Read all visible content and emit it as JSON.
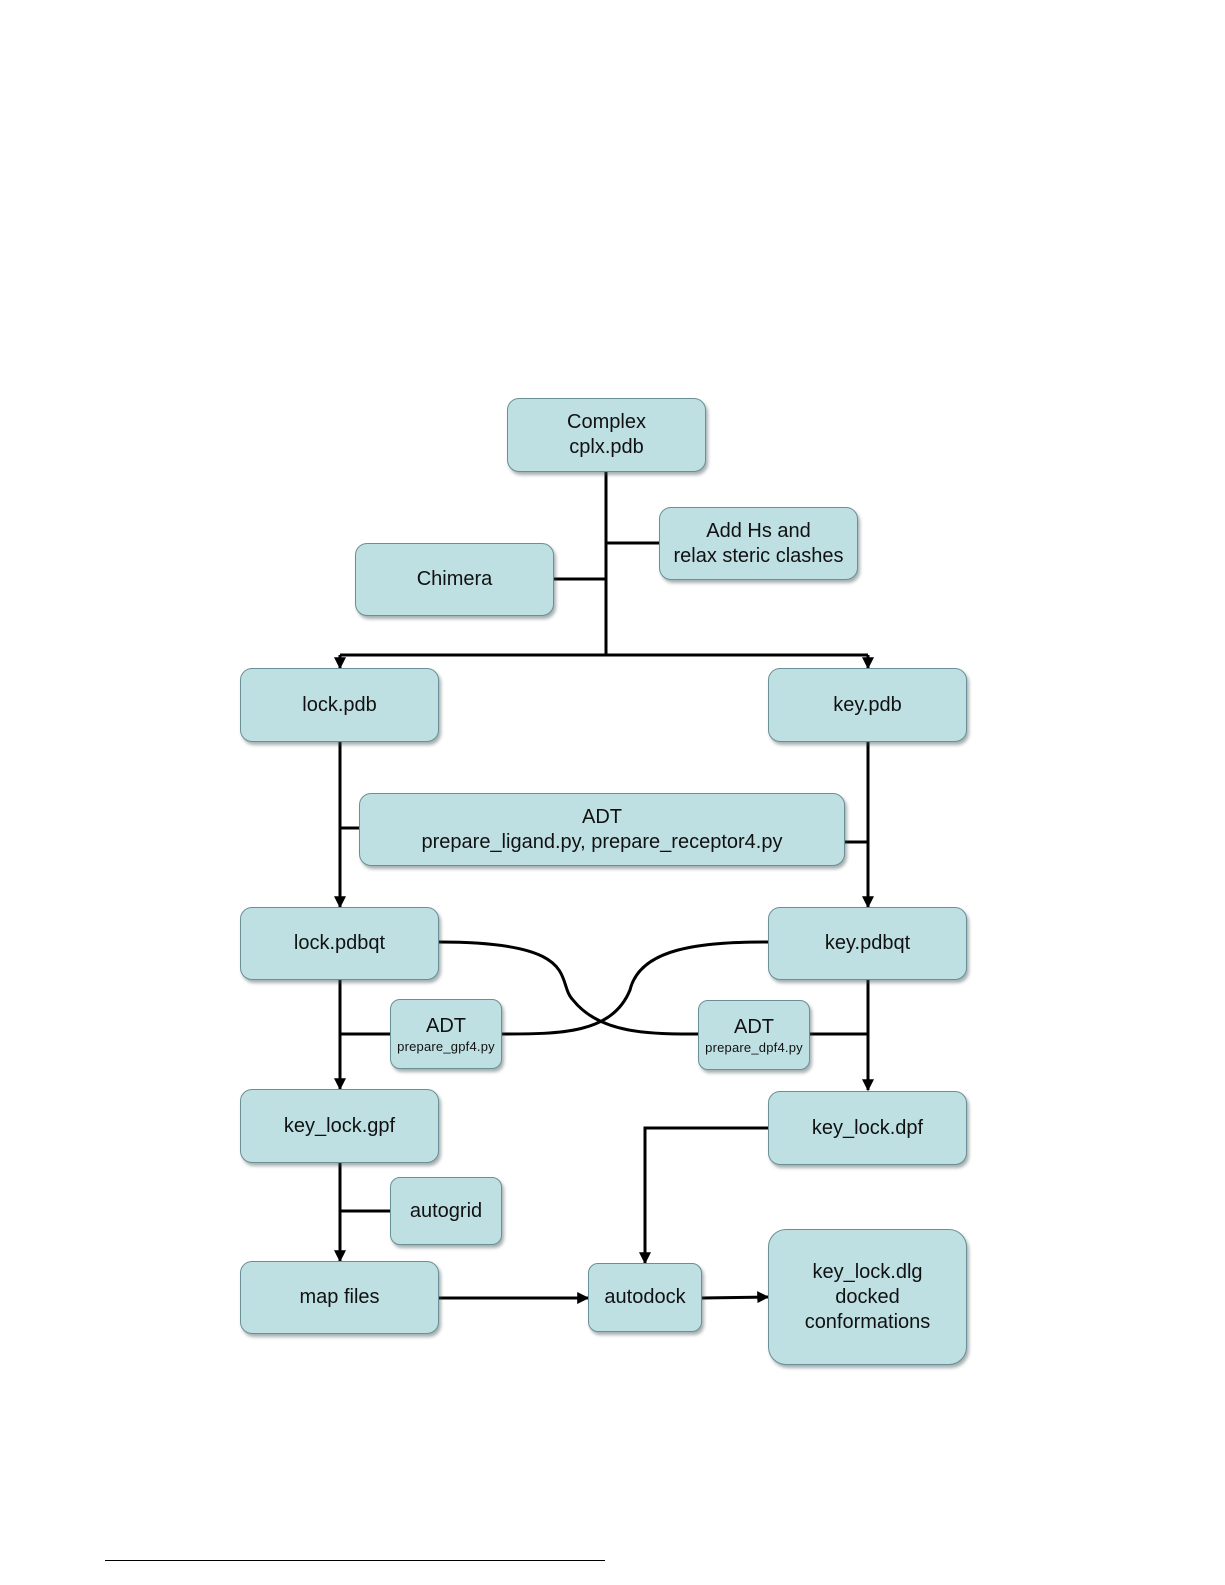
{
  "diagram": {
    "complex": {
      "line1": "Complex",
      "line2": "cplx.pdb"
    },
    "chimera": {
      "label": "Chimera"
    },
    "add_hs": {
      "line1": "Add Hs and",
      "line2": "relax steric clashes"
    },
    "lock_pdb": {
      "label": "lock.pdb"
    },
    "key_pdb": {
      "label": "key.pdb"
    },
    "adt_prepare": {
      "line1": "ADT",
      "line2": "prepare_ligand.py, prepare_receptor4.py"
    },
    "lock_pdbqt": {
      "label": "lock.pdbqt"
    },
    "key_pdbqt": {
      "label": "key.pdbqt"
    },
    "adt_gpf": {
      "line1": "ADT",
      "line2": "prepare_gpf4.py"
    },
    "adt_dpf": {
      "line1": "ADT",
      "line2": "prepare_dpf4.py"
    },
    "key_lock_gpf": {
      "label": "key_lock.gpf"
    },
    "key_lock_dpf": {
      "label": "key_lock.dpf"
    },
    "autogrid": {
      "label": "autogrid"
    },
    "map_files": {
      "label": "map files"
    },
    "autodock": {
      "label": "autodock"
    },
    "key_lock_dlg": {
      "line1": "key_lock.dlg",
      "line2": "docked",
      "line3": "conformations"
    }
  },
  "colors": {
    "node_fill": "#bfe0e3",
    "node_border": "#6a8f94",
    "line": "#000000"
  }
}
